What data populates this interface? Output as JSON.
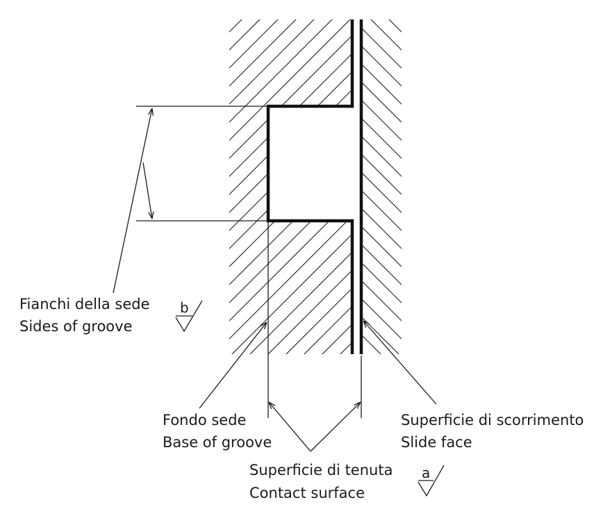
{
  "labels": {
    "sides_it": "Fianchi della sede",
    "sides_en": "Sides of groove",
    "base_it": "Fondo sede",
    "base_en": "Base of groove",
    "slide_it": "Superficie di scorrimento",
    "slide_en": "Slide face",
    "contact_it": "Superficie di tenuta",
    "contact_en": "Contact surface"
  },
  "symbols": {
    "sides_roughness": "b",
    "contact_roughness": "a"
  }
}
